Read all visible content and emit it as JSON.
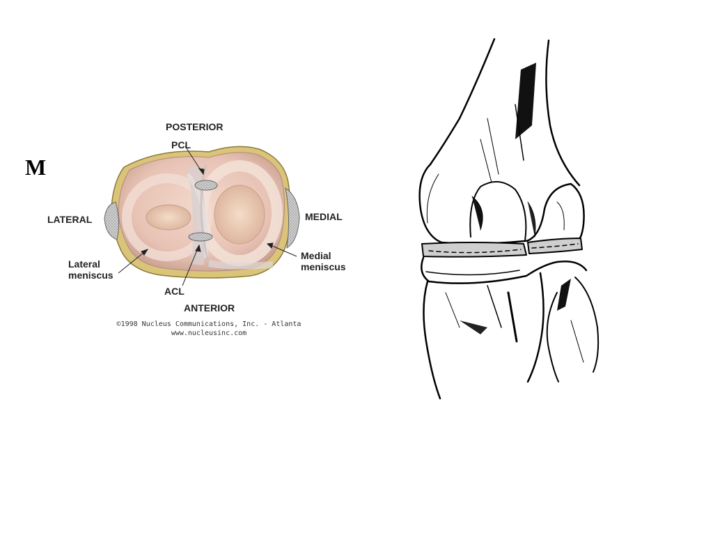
{
  "slide": {
    "letter": "M"
  },
  "meniscus_diagram": {
    "labels": {
      "posterior": "POSTERIOR",
      "pcl": "PCL",
      "lateral": "LATERAL",
      "medial": "MEDIAL",
      "lateral_meniscus_1": "Lateral",
      "lateral_meniscus_2": "meniscus",
      "medial_meniscus_1": "Medial",
      "medial_meniscus_2": "meniscus",
      "acl": "ACL",
      "anterior": "ANTERIOR"
    },
    "credit_line_1": "©1998 Nucleus Communications, Inc. - Atlanta",
    "credit_line_2": "www.nucleusinc.com"
  }
}
